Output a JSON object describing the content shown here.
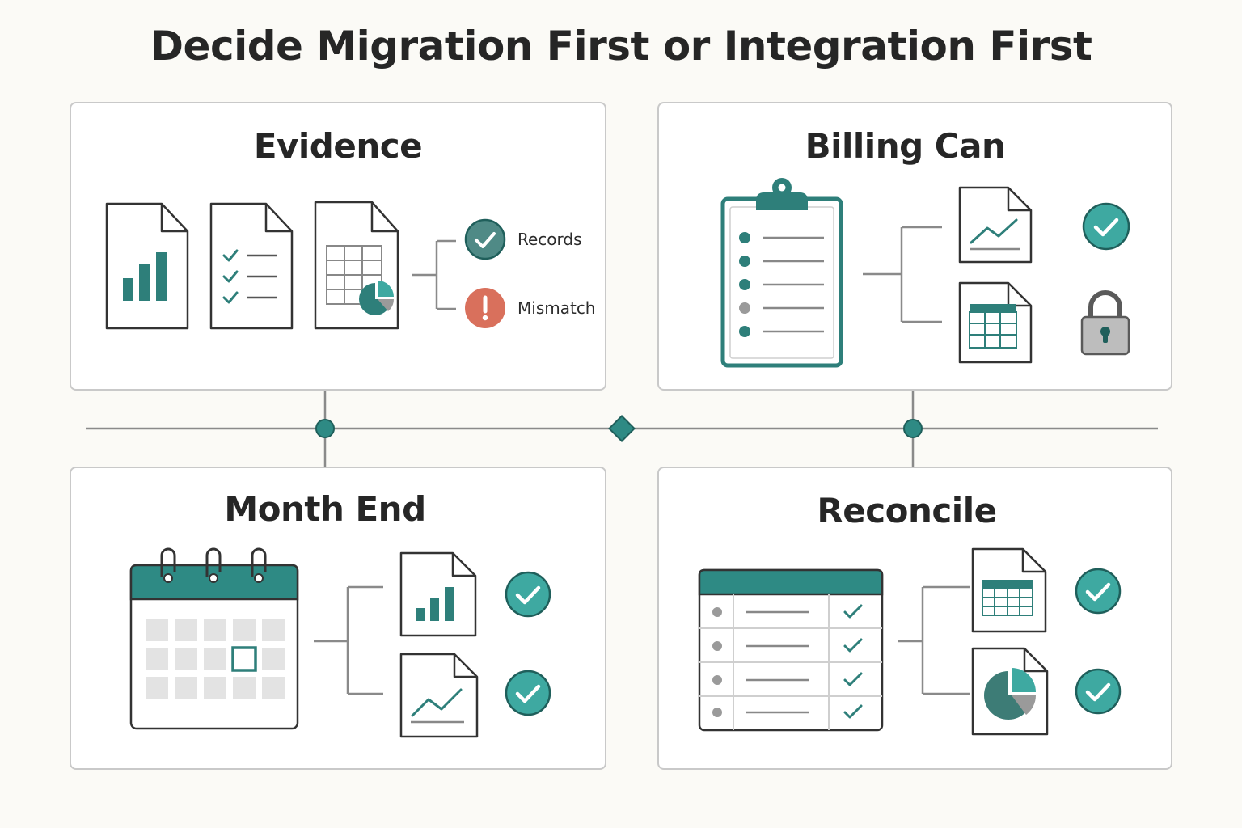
{
  "title": "Decide Migration First or Integration First",
  "colors": {
    "teal": "#2e7f7a",
    "teal_light": "#3ea9a1",
    "alert": "#d9705c",
    "line": "#8a8a8a",
    "border": "#c9c9c9"
  },
  "panels": [
    {
      "id": "evidence",
      "title": "Evidence",
      "icons": [
        "bar-chart-document-icon",
        "checklist-document-icon",
        "table-pie-document-icon"
      ],
      "outcomes": [
        {
          "label": "Records",
          "icon": "check-circle-icon"
        },
        {
          "label": "Mismatch",
          "icon": "exclamation-circle-icon"
        }
      ]
    },
    {
      "id": "billing",
      "title": "Billing Can",
      "icons": [
        "clipboard-list-icon",
        "line-chart-document-icon",
        "table-document-icon",
        "check-circle-icon",
        "padlock-icon"
      ]
    },
    {
      "id": "month_end",
      "title": "Month End",
      "icons": [
        "calendar-icon",
        "bar-chart-document-icon",
        "line-chart-document-icon",
        "check-circle-icon",
        "check-circle-icon"
      ]
    },
    {
      "id": "reconcile",
      "title": "Reconcile",
      "icons": [
        "checked-table-icon",
        "table-document-icon",
        "pie-chart-document-icon",
        "check-circle-icon",
        "check-circle-icon"
      ]
    }
  ]
}
